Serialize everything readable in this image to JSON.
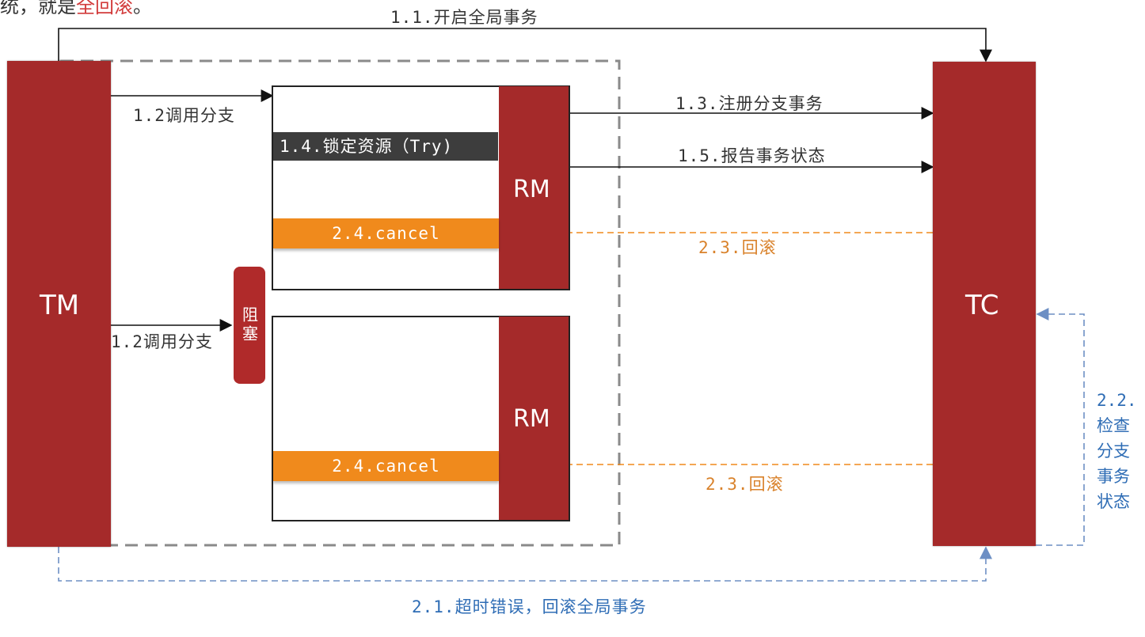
{
  "header_fragment": {
    "prefix": "统，就是",
    "highlight": "全回滚",
    "suffix": "。"
  },
  "nodes": {
    "tm": "TM",
    "tc": "TC",
    "rm_top": "RM",
    "rm_bottom": "RM",
    "block": "阻塞"
  },
  "actions": {
    "try": "1.4.锁定资源（Try)",
    "cancel_top": "2.4.cancel",
    "cancel_bottom": "2.4.cancel"
  },
  "arrows": {
    "begin_global": "1.1.开启全局事务",
    "call_branch_top": "1.2调用分支",
    "call_branch_bottom": "1.2调用分支",
    "register_branch": "1.3.注册分支事务",
    "report_status": "1.5.报告事务状态",
    "rollback_top": "2.3.回滚",
    "rollback_bottom": "2.3.回滚",
    "check_status": [
      "2.2.",
      "检查",
      "分支",
      "事务",
      "状态"
    ],
    "timeout_rollback": "2.1.超时错误，回滚全局事务"
  },
  "colors": {
    "dark_red": "#a52a2a",
    "orange": "#f08a1c",
    "orange_text": "#d9822b",
    "blue": "#2f6db5",
    "try_bg": "#3d3d3d"
  }
}
